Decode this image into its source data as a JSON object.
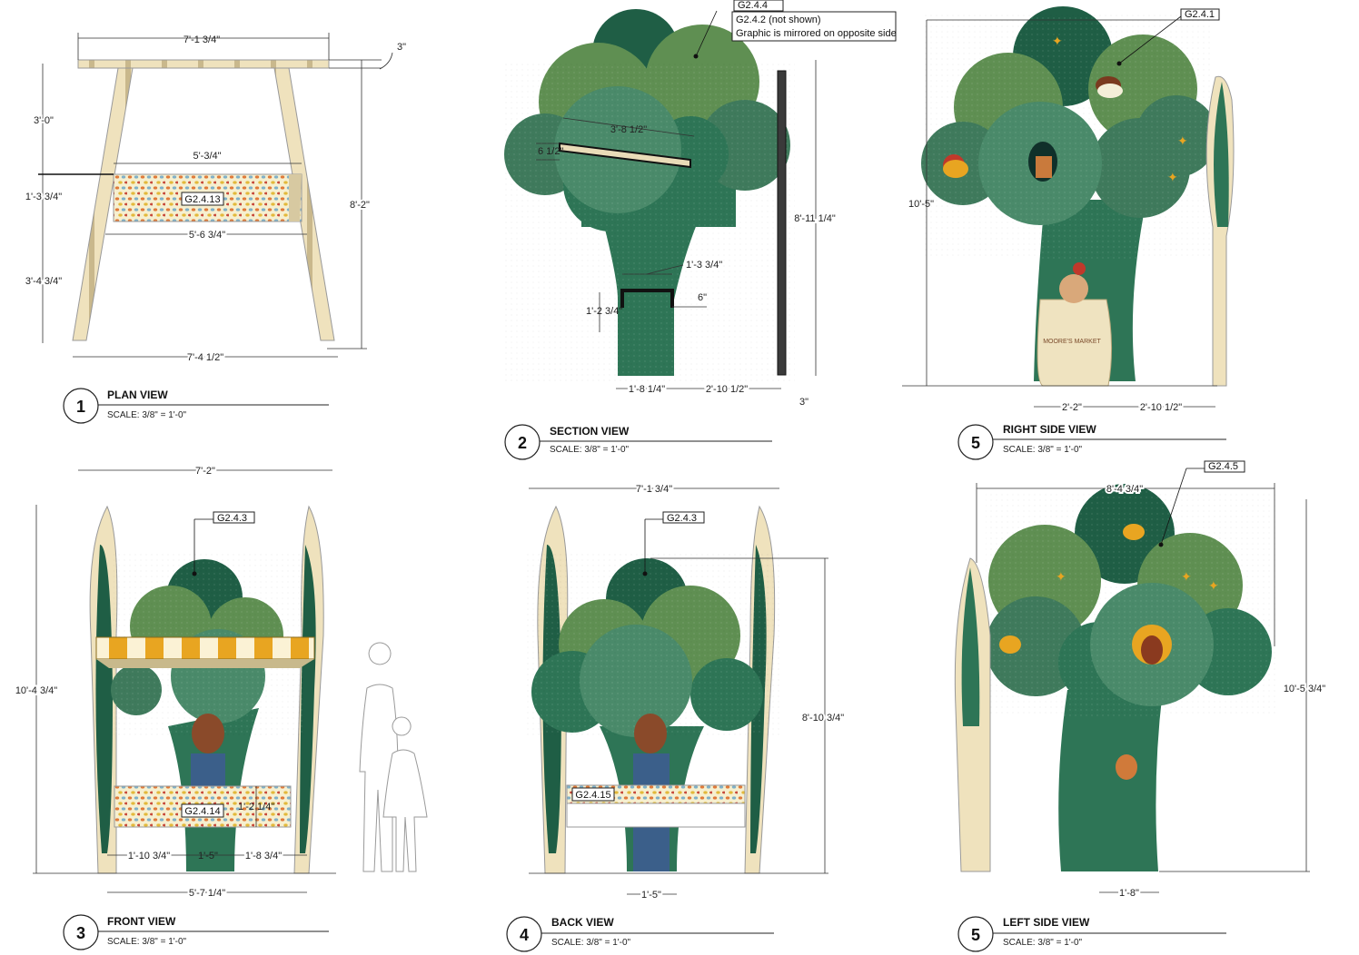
{
  "views": [
    {
      "number": "1",
      "title": "PLAN VIEW",
      "scale": "SCALE: 3/8\" = 1'-0\""
    },
    {
      "number": "2",
      "title": "SECTION VIEW",
      "scale": "SCALE: 3/8\" = 1'-0\""
    },
    {
      "number": "5",
      "title": "RIGHT SIDE VIEW",
      "scale": "SCALE: 3/8\" = 1'-0\""
    },
    {
      "number": "3",
      "title": "FRONT VIEW",
      "scale": "SCALE: 3/8\" = 1'-0\""
    },
    {
      "number": "4",
      "title": "BACK VIEW",
      "scale": "SCALE: 3/8\" = 1'-0\""
    },
    {
      "number": "5",
      "title": "LEFT SIDE VIEW",
      "scale": "SCALE: 3/8\" = 1'-0\""
    }
  ],
  "plan": {
    "d1": "7'-1 3/4\"",
    "d2": "3\"",
    "d3": "3'-0\"",
    "d4": "5'-3/4\"",
    "d5": "1'-3 3/4\"",
    "d6": "8'-2\"",
    "d7": "5'-6 3/4\"",
    "d8": "3'-4 3/4\"",
    "d9": "7'-4 1/2\"",
    "tag": "G2.4.13"
  },
  "section": {
    "tag1": "G2.4.4",
    "tag2": "G2.4.2 (not shown)",
    "note": "Graphic is mirrored on opposite side",
    "d1": "3'-8 1/2\"",
    "d2": "6 1/2\"",
    "d3": "8'-11 1/4\"",
    "d4": "1'-3 3/4\"",
    "d5": "6\"",
    "d6": "1'-2 3/4\"",
    "d7": "1'-8 1/4\"",
    "d8": "2'-10 1/2\"",
    "d9": "3\""
  },
  "right": {
    "tag": "G2.4.1",
    "d1": "10'-5\"",
    "d2": "2'-2\"",
    "d3": "2'-10 1/2\"",
    "sack": "MOORE'S MARKET"
  },
  "front": {
    "tag": "G2.4.3",
    "tag2": "G2.4.14",
    "d1": "7'-2\"",
    "d2": "10'-4 3/4\"",
    "d3": "1'-2 1/4\"",
    "d4": "1'-10 3/4\"",
    "d5": "1'-5\"",
    "d6": "1'-8 3/4\"",
    "d7": "5'-7 1/4\""
  },
  "back": {
    "tag": "G2.4.3",
    "tag2": "G2.4.15",
    "d1": "7'-1 3/4\"",
    "d2": "8'-10 3/4\"",
    "d3": "1'-5\""
  },
  "left": {
    "tag": "G2.4.5",
    "d1": "8'-4 3/4\"",
    "d2": "10'-5 3/4\"",
    "d3": "1'-8\""
  },
  "colors": {
    "tree_dark": "#1f5e45",
    "tree_mid": "#2e7556",
    "canopy_light": "#5f8f52",
    "canopy_mid": "#3f7a5c",
    "wood": "#e9dcb8",
    "awning_yellow": "#e8a521",
    "sign_cream": "#f6efcf"
  }
}
